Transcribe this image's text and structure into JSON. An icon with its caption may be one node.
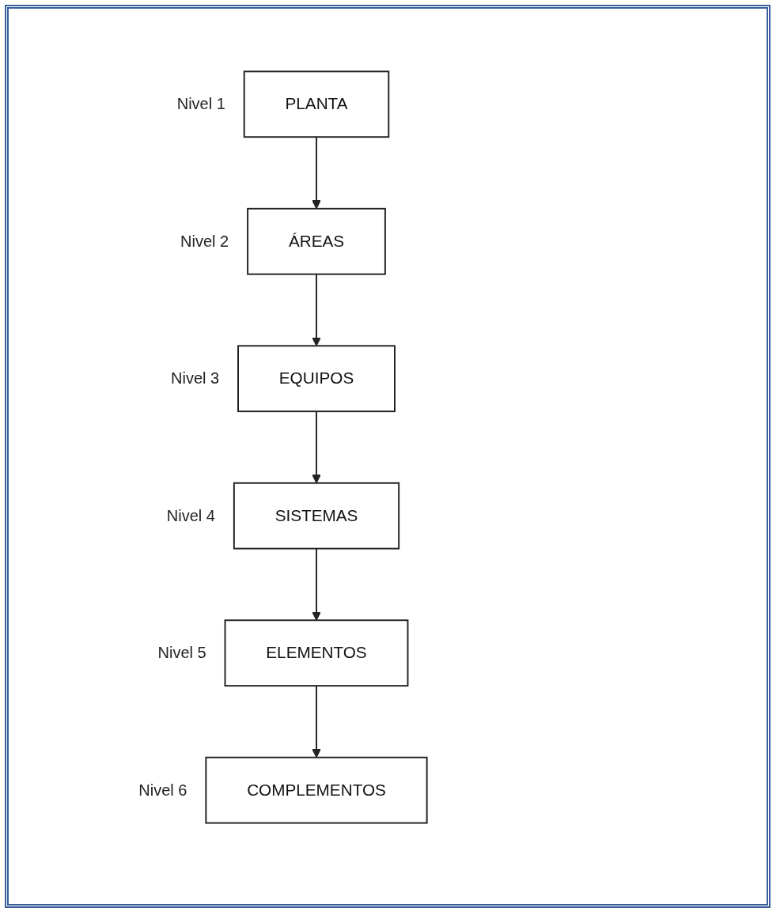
{
  "diagram": {
    "nodes": [
      {
        "text": [
          "PLANTA"
        ],
        "beside": [
          "Nivel 1"
        ]
      },
      {
        "text": [
          "ÁREAS"
        ],
        "beside": [
          "Nivel 2"
        ]
      },
      {
        "text": [
          "EQUIPOS"
        ],
        "beside": [
          "Nivel 3"
        ]
      },
      {
        "text": [
          "SISTEMAS"
        ],
        "beside": [
          "Nivel 4"
        ]
      },
      {
        "text": [
          "ELEMENTOS"
        ],
        "beside": [
          "Nivel 5"
        ]
      },
      {
        "text": [
          "COMPLEMENTOS"
        ],
        "beside": [
          "Nivel 6"
        ]
      }
    ],
    "edges": [
      {
        "from": 0,
        "to": 1,
        "arrow": "to"
      },
      {
        "from": 1,
        "to": 2,
        "arrow": "to"
      },
      {
        "from": 2,
        "to": 3,
        "arrow": "to"
      },
      {
        "from": 3,
        "to": 4,
        "arrow": "to"
      },
      {
        "from": 4,
        "to": 5,
        "arrow": "to"
      }
    ]
  }
}
